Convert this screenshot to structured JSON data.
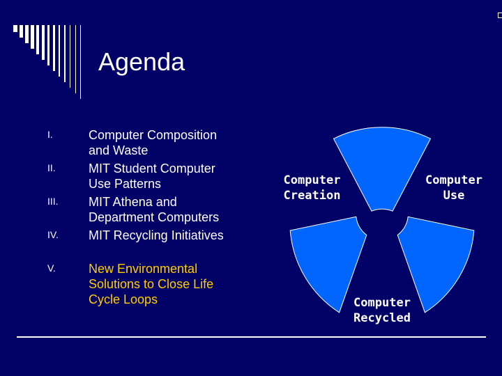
{
  "slide": {
    "title": "Agenda",
    "agenda": [
      {
        "numeral": "I.",
        "text": "Computer Composition and Waste",
        "highlight": false
      },
      {
        "numeral": "II.",
        "text": "MIT Student Computer Use Patterns",
        "highlight": false
      },
      {
        "numeral": "III.",
        "text": "MIT Athena and Department Computers",
        "highlight": false
      },
      {
        "numeral": "IV.",
        "text": "MIT Recycling Initiatives",
        "highlight": false
      },
      {
        "numeral": "V.",
        "text": "New Environmental Solutions to Close Life Cycle Loops",
        "highlight": true
      }
    ]
  },
  "cycle": {
    "creation": "Computer Creation",
    "use": "Computer Use",
    "recycled": "Computer Recycled"
  },
  "colors": {
    "background": "#000066",
    "text": "#ffffff",
    "highlight": "#ffcc00",
    "segment": "#0066ff"
  }
}
